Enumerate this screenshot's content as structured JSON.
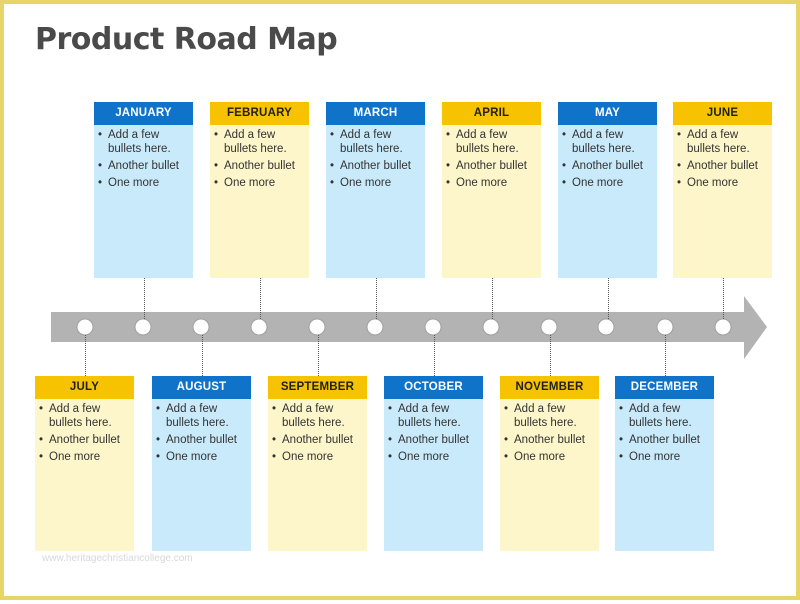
{
  "title": "Product Road Map",
  "colors": {
    "blue_header": "#0f73c9",
    "blue_body": "#c9eafb",
    "yellow_header": "#f7c300",
    "yellow_body": "#fdf6cb",
    "arrow": "#b3b3b3",
    "border": "#e8d56a"
  },
  "months": [
    {
      "name": "JANUARY",
      "theme": "blue",
      "bullets": [
        "Add a few bullets here.",
        "Another bullet",
        "One more"
      ]
    },
    {
      "name": "FEBRUARY",
      "theme": "yellow",
      "bullets": [
        "Add a few bullets here.",
        "Another bullet",
        "One more"
      ]
    },
    {
      "name": "MARCH",
      "theme": "blue",
      "bullets": [
        "Add a few bullets here.",
        "Another bullet",
        "One more"
      ]
    },
    {
      "name": "APRIL",
      "theme": "yellow",
      "bullets": [
        "Add a few bullets here.",
        "Another bullet",
        "One more"
      ]
    },
    {
      "name": "MAY",
      "theme": "blue",
      "bullets": [
        "Add a few bullets here.",
        "Another bullet",
        "One more"
      ]
    },
    {
      "name": "JUNE",
      "theme": "yellow",
      "bullets": [
        "Add a few bullets here.",
        "Another bullet",
        "One more"
      ]
    },
    {
      "name": "JULY",
      "theme": "yellow",
      "bullets": [
        "Add a few bullets here.",
        "Another bullet",
        "One more"
      ]
    },
    {
      "name": "AUGUST",
      "theme": "blue",
      "bullets": [
        "Add a few bullets here.",
        "Another bullet",
        "One more"
      ]
    },
    {
      "name": "SEPTEMBER",
      "theme": "yellow",
      "bullets": [
        "Add a few bullets here.",
        "Another bullet",
        "One more"
      ]
    },
    {
      "name": "OCTOBER",
      "theme": "blue",
      "bullets": [
        "Add a few bullets here.",
        "Another bullet",
        "One more"
      ]
    },
    {
      "name": "NOVEMBER",
      "theme": "yellow",
      "bullets": [
        "Add a few bullets here.",
        "Another bullet",
        "One more"
      ]
    },
    {
      "name": "DECEMBER",
      "theme": "blue",
      "bullets": [
        "Add a few bullets here.",
        "Another bullet",
        "One more"
      ]
    }
  ],
  "watermark": "www.heritagechristiancollege.com"
}
